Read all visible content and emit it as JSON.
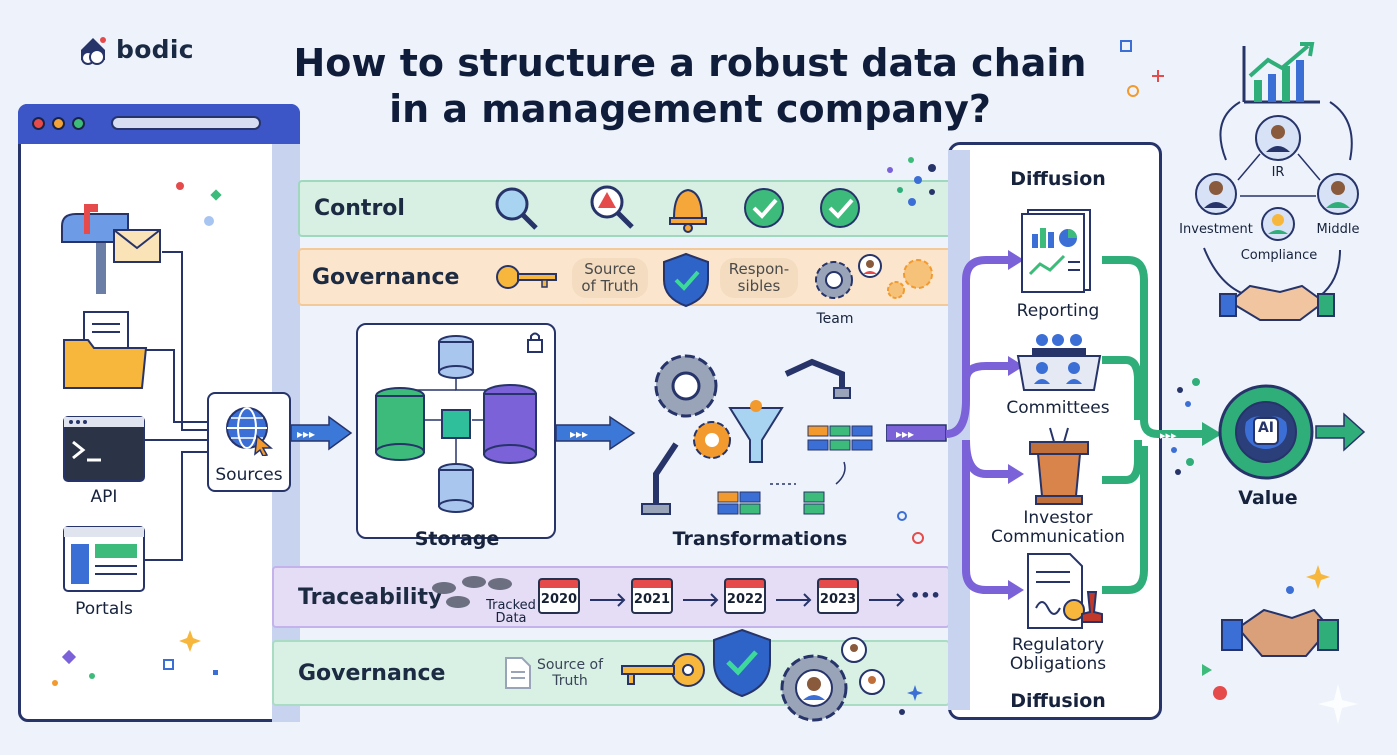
{
  "brand": {
    "name": "bodic"
  },
  "title": {
    "line1": "How to structure a robust data chain",
    "line2": "in a management company?"
  },
  "sources": {
    "api_label": "API",
    "portals_label": "Portals",
    "sources_label": "Sources"
  },
  "bands": {
    "control": "Control",
    "governance_top": "Governance",
    "source_of_truth_top": "Source of Truth",
    "responsibles": "Respon-sibles",
    "team": "Team",
    "traceability": "Traceability",
    "tracked_data": "Tracked Data",
    "years": [
      "2020",
      "2021",
      "2022",
      "2023"
    ],
    "ellipsis": "•••",
    "governance_bottom": "Governance",
    "source_of_truth_bottom": "Source of Truth"
  },
  "pipeline": {
    "storage": "Storage",
    "transformations": "Transformations"
  },
  "diffusion": {
    "title_top": "Diffusion",
    "title_bottom": "Diffusion",
    "items": [
      "Reporting",
      "Committees",
      "Investor Communication",
      "Regulatory Obligations"
    ]
  },
  "value": {
    "label": "Value",
    "ai_badge": "AI"
  },
  "stakeholders": {
    "ir": "IR",
    "investment": "Investment",
    "middle": "Middle",
    "compliance": "Compliance"
  },
  "colors": {
    "navy": "#27346a",
    "blue_accent": "#3c56c7",
    "green": "#2fae7a",
    "purple": "#7b62d9",
    "orange": "#f29a2e",
    "red": "#e54b4b"
  }
}
